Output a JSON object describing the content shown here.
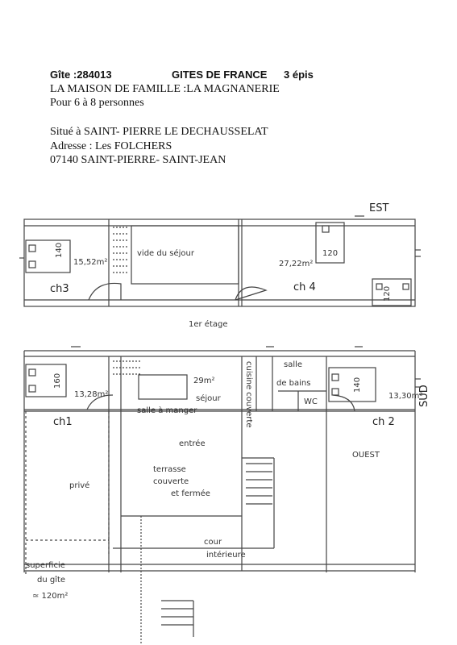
{
  "header": {
    "gite_id": "Gîte :284013",
    "org": "GITES DE FRANCE",
    "rating": "3 épis",
    "name": "LA MAISON DE FAMILLE :LA MAGNANERIE",
    "capacity": "Pour 6 à 8 personnes",
    "location": "Situé à SAINT- PIERRE LE DECHAUSSELAT",
    "address": "Adresse : Les FOLCHERS",
    "postal": "07140  SAINT-PIERRE- SAINT-JEAN"
  },
  "plan": {
    "orientation": {
      "east": "EST",
      "south": "SUD",
      "west": "OUEST"
    },
    "upper_floor": {
      "label": "1er étage",
      "rooms": {
        "ch3": "ch3",
        "ch3_area": "15,52m²",
        "ch3_bed": "140",
        "void": "vide du séjour",
        "ch4": "ch 4",
        "ch4_area": "27,22m²",
        "ch4_bed1": "120",
        "ch4_bed2": "120"
      }
    },
    "ground_floor": {
      "rooms": {
        "ch1": "ch1",
        "ch1_area": "13,28m²",
        "ch1_bed": "160",
        "sejour_area": "29m²",
        "sejour": "séjour",
        "salle_a_manger": "salle à manger",
        "cuisine": "cuisine couverte",
        "salle_de_bains_1": "salle",
        "salle_de_bains_2": "de bains",
        "wc": "WC",
        "ch2": "ch 2",
        "ch2_area": "13,30m²",
        "ch2_bed": "140",
        "entree": "entrée",
        "prive": "privé",
        "terrasse_1": "terrasse",
        "terrasse_2": "couverte",
        "terrasse_3": "et fermée",
        "cour_1": "cour",
        "cour_2": "intérieure"
      }
    },
    "surface_1": "superficie",
    "surface_2": "du gîte",
    "surface_3": "≃ 120m²"
  }
}
